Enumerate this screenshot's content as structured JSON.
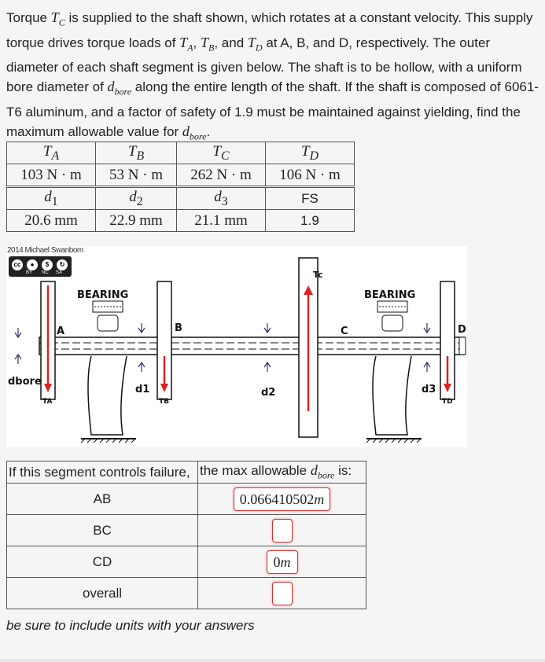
{
  "problem": {
    "p1": "Torque ",
    "Tc": "T",
    "Tc_sub": "C",
    "p2": " is supplied to the shaft shown, which rotates at a constant velocity. This supply torque drives torque loads of ",
    "Ta": "T",
    "Ta_sub": "A",
    "comma1": ", ",
    "Tb": "T",
    "Tb_sub": "B",
    "p3": ", and ",
    "Td": "T",
    "Td_sub": "D",
    "p4": " at A, B, and D, respectively. The outer diameter of each shaft segment is given below. The shaft is to be hollow, with a uniform bore diameter of ",
    "d": "d",
    "d_sub": "bore",
    "p5": " along the entire length of the shaft. If the shaft is composed of 6061-T6 aluminum, and a factor of safety of 1.9 must be maintained against yielding, find the maximum allowable value for ",
    "p6": "."
  },
  "given": {
    "h1": [
      {
        "s": "T",
        "sub": "A"
      },
      {
        "s": "T",
        "sub": "B"
      },
      {
        "s": "T",
        "sub": "C"
      },
      {
        "s": "T",
        "sub": "D"
      }
    ],
    "r1": [
      "103 N · m",
      "53 N · m",
      "262 N · m",
      "106 N · m"
    ],
    "h2": [
      {
        "s": "d",
        "sub": "1"
      },
      {
        "s": "d",
        "sub": "2"
      },
      {
        "s": "d",
        "sub": "3"
      },
      {
        "s": "FS",
        "sub": ""
      }
    ],
    "r2": [
      "20.6 mm",
      "22.9 mm",
      "21.1 mm",
      "1.9"
    ]
  },
  "figure": {
    "credit": "2014 Michael Swanbom",
    "cc": [
      "cc",
      "BY",
      "NC",
      "SA"
    ],
    "labels": {
      "bearing1": "BEARING",
      "bearing2": "BEARING",
      "A": "A",
      "B": "B",
      "C": "C",
      "D": "D",
      "dbore": "dbore",
      "TA": "TA",
      "TB": "TB",
      "TC": "Tc",
      "TD": "TD",
      "d1": "d1",
      "d2": "d2",
      "d3": "d3"
    }
  },
  "answer": {
    "head_left": "If this segment controls failure,",
    "head_right_pre": "the max allowable ",
    "head_d": "d",
    "head_sub": "bore",
    "head_right_post": " is:",
    "rows": [
      {
        "label": "AB",
        "value": "0.066410502",
        "unit": "m"
      },
      {
        "label": "BC",
        "value": "",
        "unit": ""
      },
      {
        "label": "CD",
        "value": "0",
        "unit": "m"
      },
      {
        "label": "overall",
        "value": "",
        "unit": ""
      }
    ]
  },
  "note": "be sure to include units with your answers"
}
